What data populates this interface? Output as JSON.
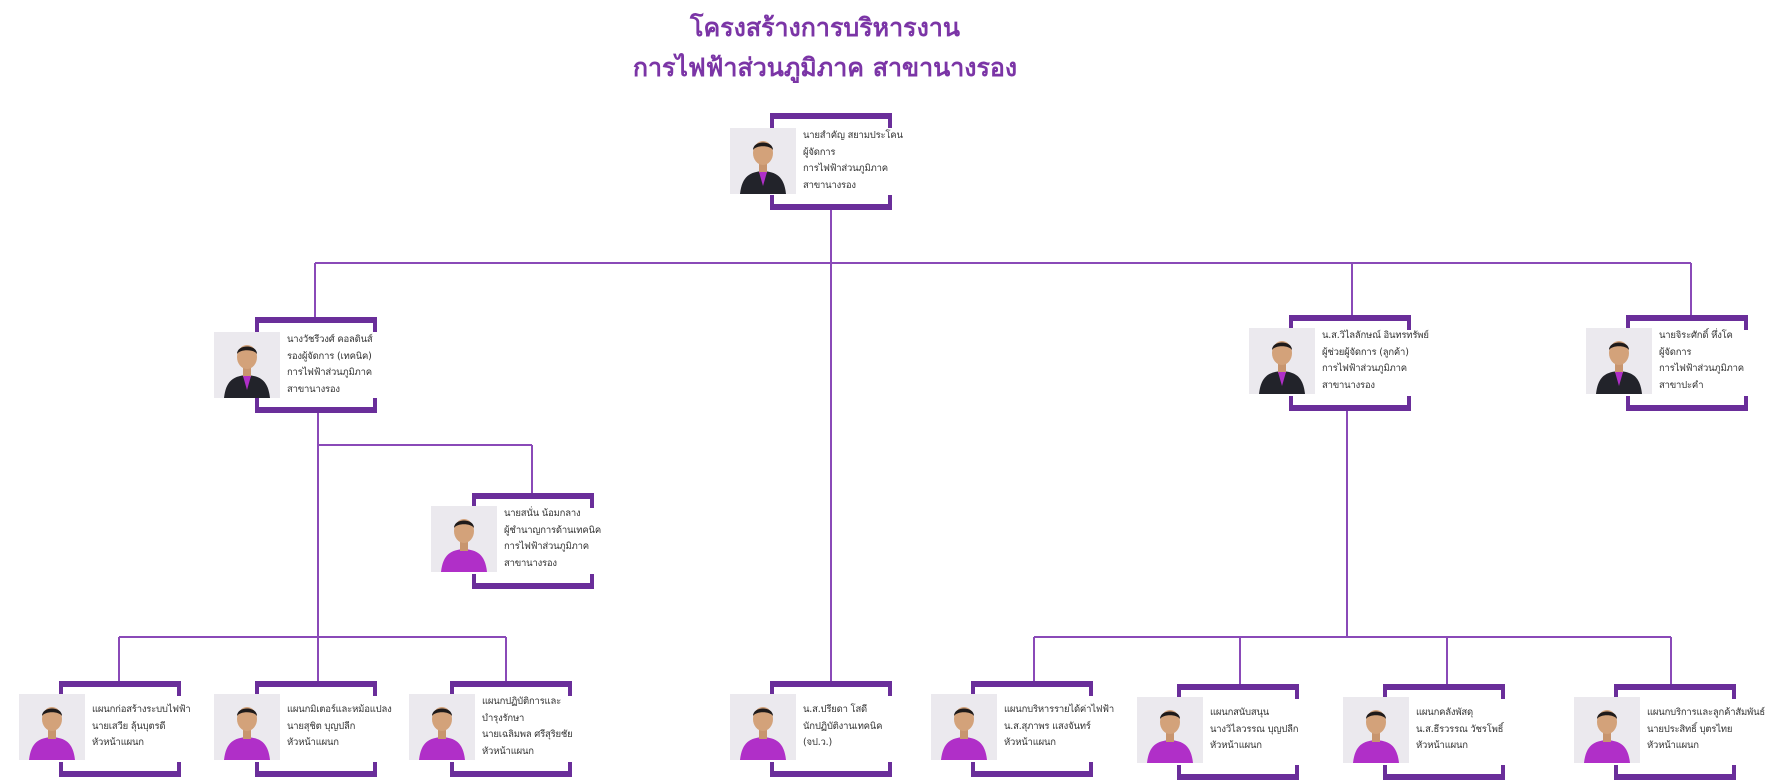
{
  "title": {
    "line1": "โครงสร้างการบริหารงาน",
    "line2": "การไฟฟ้าส่วนภูมิภาค สาขานางรอง"
  },
  "colors": {
    "accent": "#7b35a6",
    "bracket": "#6a2e9a",
    "line": "#8a4ab8",
    "shirt_purple": "#b02fc8",
    "suit": "#22232a"
  },
  "nodes": {
    "manager": {
      "lines": [
        "นายสำคัญ สยามประโคน",
        "ผู้จัดการ",
        "การไฟฟ้าส่วนภูมิภาค",
        "สาขานางรอง"
      ],
      "attire": "suit"
    },
    "deputy_technical": {
      "lines": [
        "นางวัชรีวงศ์ คอลดินส์",
        "รองผู้จัดการ (เทคนิค)",
        "การไฟฟ้าส่วนภูมิภาค",
        "สาขานางรอง"
      ],
      "attire": "suit"
    },
    "tech_expert": {
      "lines": [
        "นายสนั่น น้อมกลาง",
        "ผู้ชำนาญการด้านเทคนิค",
        "การไฟฟ้าส่วนภูมิภาค",
        "สาขานางรอง"
      ],
      "attire": "purple"
    },
    "assistant_customer": {
      "lines": [
        "น.ส.วิไลลักษณ์ อินทรทรัพย์",
        "ผู้ช่วยผู้จัดการ (ลูกค้า)",
        "การไฟฟ้าส่วนภูมิภาค",
        "สาขานางรอง"
      ],
      "attire": "suit"
    },
    "manager_prakham": {
      "lines": [
        "นายจิระศักดิ์ หึ่งโค",
        "ผู้จัดการ",
        "การไฟฟ้าส่วนภูมิภาค",
        "สาขาปะคำ"
      ],
      "attire": "suit"
    },
    "section_construction": {
      "lines": [
        "แผนกก่อสร้างระบบไฟฟ้า",
        "นายเสวีย ลุ้นบุตรดี",
        "หัวหน้าแผนก"
      ],
      "attire": "purple"
    },
    "section_meter": {
      "lines": [
        "แผนกมิเตอร์และหม้อแปลง",
        "นายสุชิต บุญปลีก",
        "หัวหน้าแผนก"
      ],
      "attire": "purple"
    },
    "section_operation": {
      "lines": [
        "แผนกปฏิบัติการและ",
        "บำรุงรักษา",
        "นายเฉลิมพล ศรีสุริยชัย",
        "หัวหน้าแผนก"
      ],
      "attire": "purple"
    },
    "tech_officer": {
      "lines": [
        "น.ส.ปรียดา โสดี",
        "นักปฏิบัติงานเทคนิค",
        "(จป.ว.)"
      ],
      "attire": "purple"
    },
    "section_revenue": {
      "lines": [
        "แผนกบริหารรายได้ค่าไฟฟ้า",
        "น.ส.สุภาพร แสงจันทร์",
        "หัวหน้าแผนก"
      ],
      "attire": "purple"
    },
    "section_support": {
      "lines": [
        "แผนกสนับสนุน",
        "นางวิไลวรรณ บุญปลีก",
        "หัวหน้าแผนก"
      ],
      "attire": "purple"
    },
    "section_supplies": {
      "lines": [
        "แผนกคลังพัสดุ",
        "น.ส.ธีรวรรณ วัชรโพธิ์",
        "หัวหน้าแผนก"
      ],
      "attire": "purple"
    },
    "section_service": {
      "lines": [
        "แผนกบริการและลูกค้าสัมพันธ์",
        "นายประสิทธิ์ บุตรไทย",
        "หัวหน้าแผนก"
      ],
      "attire": "purple"
    }
  }
}
